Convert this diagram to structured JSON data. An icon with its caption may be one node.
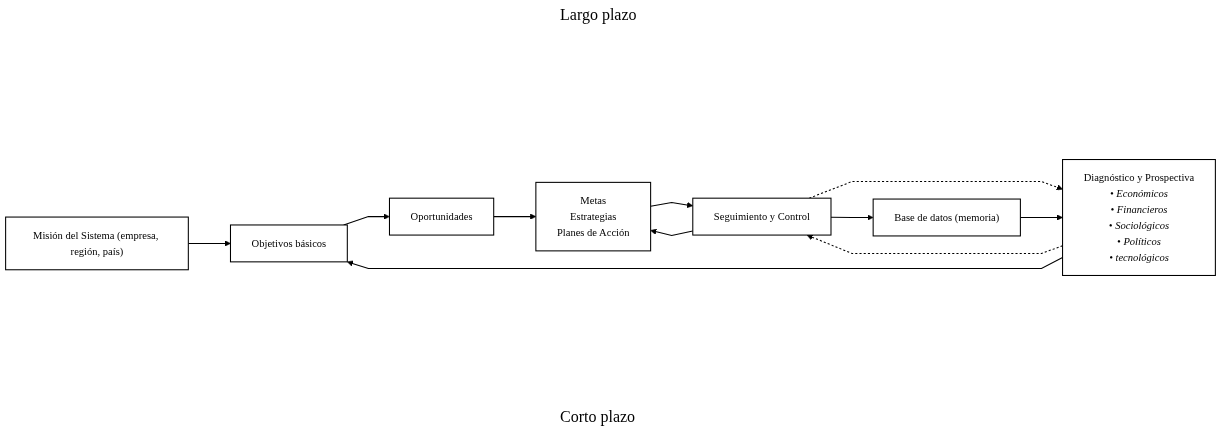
{
  "diagram": {
    "nodes": [
      {
        "text": [
          "Misión del Sistema (empresa, región, país)"
        ]
      },
      {
        "text": [
          "Objetivos básicos"
        ]
      },
      {
        "text": [
          "Diagnóstico y Prospectiva",
          "• Económicos",
          "• Financieros",
          "• Sociológicos",
          "• Políticos",
          "• tecnológicos"
        ]
      },
      {
        "text": [
          "Base de datos (memoria)"
        ]
      },
      {
        "text": [
          "Oportunidades"
        ]
      },
      {
        "text": [
          "Metas",
          "Estrategias",
          "Planes de Acción"
        ]
      },
      {
        "text": [
          "Seguimiento y Control"
        ]
      }
    ],
    "edges": [
      {
        "from": 0,
        "to": 1,
        "arrow": "to"
      },
      {
        "from": 2,
        "to": 1,
        "arrow": "to"
      },
      {
        "from": 3,
        "to": 2,
        "arrow": "to"
      },
      {
        "from": 1,
        "to": 4,
        "arrow": "to"
      },
      {
        "from": 4,
        "to": 5,
        "arrow": "to"
      },
      {
        "from": 6,
        "to": 5,
        "arrow": "to"
      },
      {
        "from": 5,
        "to": 6,
        "arrow": "to"
      },
      {
        "from": 6,
        "to": 2,
        "arrow": "to",
        "style": "dashed"
      },
      {
        "from": 2,
        "to": 6,
        "arrow": "to",
        "style": "dashed"
      },
      {
        "from": 6,
        "to": 3,
        "arrow": "to"
      }
    ],
    "labels": [
      "Largo plazo",
      "Corto plazo"
    ]
  }
}
